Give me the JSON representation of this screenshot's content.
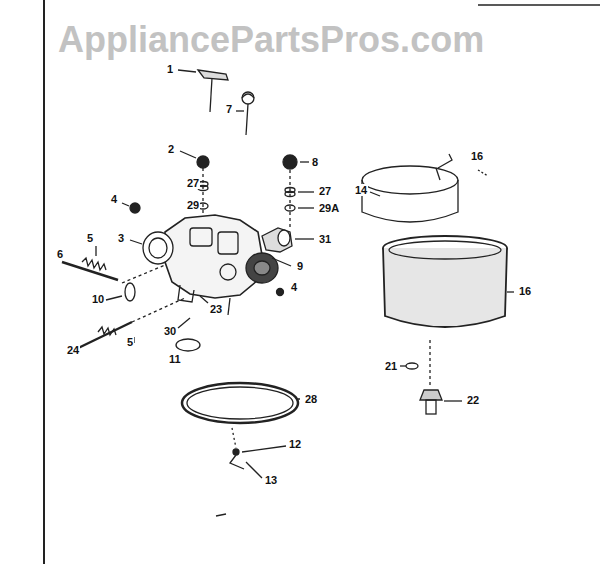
{
  "diagram": {
    "labels": [
      "AppliancePartsPros.com",
      "1",
      "7",
      "2",
      "8",
      "27",
      "27",
      "29",
      "29A",
      "4",
      "3",
      "31",
      "6",
      "5",
      "10",
      "9",
      "4",
      "23",
      "30",
      "5",
      "11",
      "24",
      "28",
      "12",
      "13",
      "14",
      "16",
      "16",
      "21",
      "22"
    ]
  }
}
